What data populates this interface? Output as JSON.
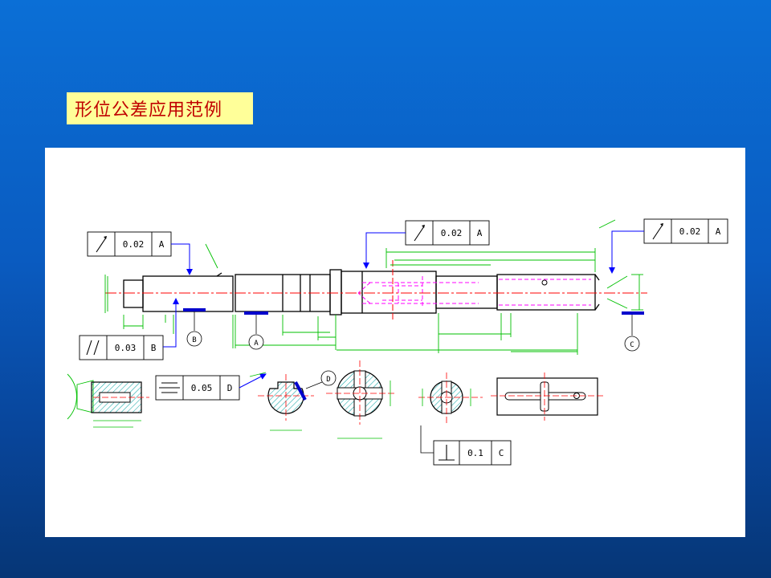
{
  "slide": {
    "title": "形位公差应用范例"
  },
  "frames": {
    "runout_left": {
      "tolerance": "0.02",
      "datum": "A"
    },
    "parallel": {
      "tolerance": "0.03",
      "datum": "B"
    },
    "runout_mid": {
      "tolerance": "0.02",
      "datum": "A"
    },
    "runout_right": {
      "tolerance": "0.02",
      "datum": "A"
    },
    "symmetry": {
      "tolerance": "0.05",
      "datum": "D"
    },
    "perpendicular": {
      "tolerance": "0.1",
      "datum": "C"
    }
  },
  "datums": {
    "a": "A",
    "b": "B",
    "c": "C",
    "d": "D"
  },
  "colors": {
    "outline": "#000000",
    "dimension": "#00c000",
    "centerline": "#ff0000",
    "hidden": "#ff00ff",
    "leader": "#0000ff",
    "hatch": "#00a0a0"
  }
}
